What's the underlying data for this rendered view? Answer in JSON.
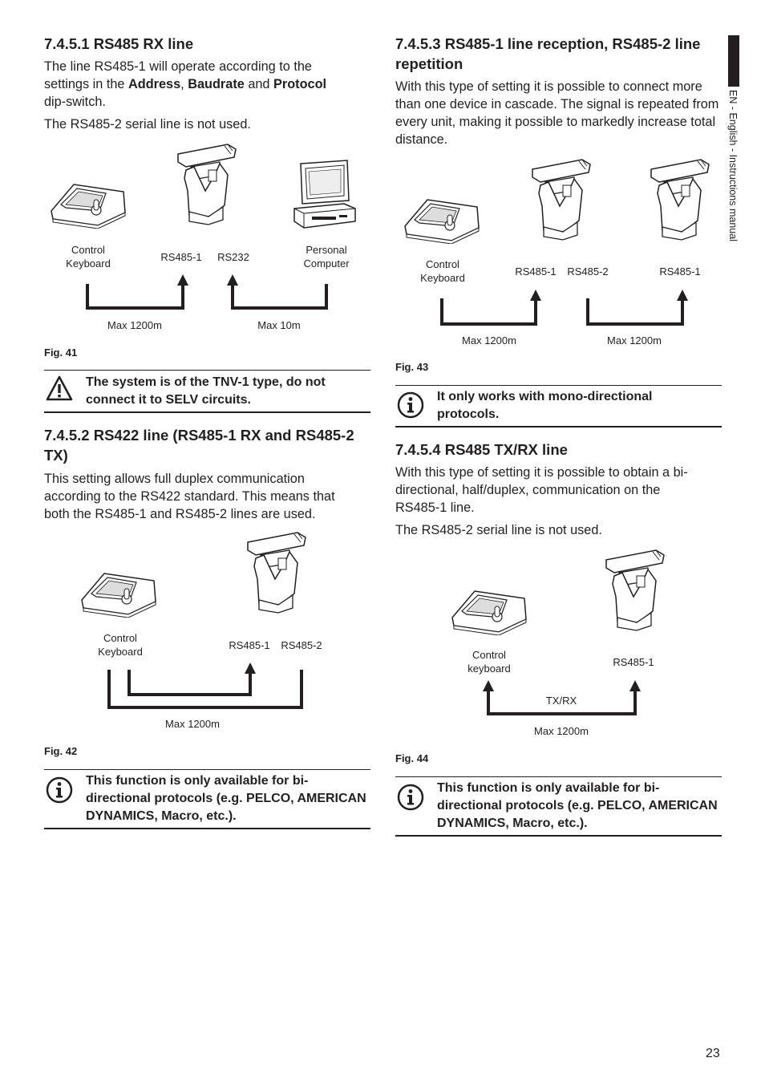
{
  "side_tab": "EN - English - Instructions manual",
  "page_number": "23",
  "left": {
    "s1": {
      "heading": "7.4.5.1  RS485 RX line",
      "p1_a": "The line RS485-1 will operate according to the settings in the ",
      "p1_b1": "Address",
      "p1_c": ", ",
      "p1_b2": "Baudrate",
      "p1_d": " and ",
      "p1_b3": "Protocol",
      "p1_e": " dip-switch.",
      "p2": "The RS485-2 serial line is not used.",
      "fig": {
        "label_keyboard": "Control\nKeyboard",
        "label_rs485_1": "RS485-1",
        "label_rs232": "RS232",
        "label_pc": "Personal\nComputer",
        "max_a": "Max 1200m",
        "max_b": "Max 10m",
        "caption": "Fig. 41"
      },
      "warning": "The system is of the TNV-1 type, do not connect it to SELV circuits."
    },
    "s2": {
      "heading": "7.4.5.2  RS422 line (RS485-1 RX and RS485-2 TX)",
      "p1": "This setting allows full duplex communication according to the RS422 standard. This means that both the RS485-1 and RS485-2 lines are used.",
      "fig": {
        "label_keyboard": "Control\nKeyboard",
        "label_rs485_1": "RS485-1",
        "label_rs485_2": "RS485-2",
        "max_a": "Max 1200m",
        "caption": "Fig. 42"
      },
      "info": "This function is only available for bi-directional protocols (e.g. PELCO, AMERICAN DYNAMICS, Macro, etc.)."
    }
  },
  "right": {
    "s3": {
      "heading": "7.4.5.3  RS485-1 line reception, RS485-2 line repetition",
      "p1": "With this type of setting it is possible to connect more than one device in cascade. The signal is repeated from every unit, making it possible to markedly increase total distance.",
      "fig": {
        "label_keyboard": "Control\nKeyboard",
        "label_rs485_1a": "RS485-1",
        "label_rs485_2": "RS485-2",
        "label_rs485_1b": "RS485-1",
        "max_a": "Max 1200m",
        "max_b": "Max 1200m",
        "caption": "Fig. 43"
      },
      "info": "It only works with mono-directional protocols."
    },
    "s4": {
      "heading": "7.4.5.4  RS485 TX/RX line",
      "p1": "With this type of setting it is possible to obtain a bi-directional, half/duplex, communication on the RS485-1 line.",
      "p2": "The RS485-2 serial line is not used.",
      "fig": {
        "label_keyboard": "Control\nkeyboard",
        "label_rs485_1": "RS485-1",
        "label_txrx": "TX/RX",
        "max_a": "Max 1200m",
        "caption": "Fig. 44"
      },
      "info": "This function is only available for bi-directional protocols (e.g. PELCO, AMERICAN DYNAMICS, Macro, etc.)."
    }
  }
}
